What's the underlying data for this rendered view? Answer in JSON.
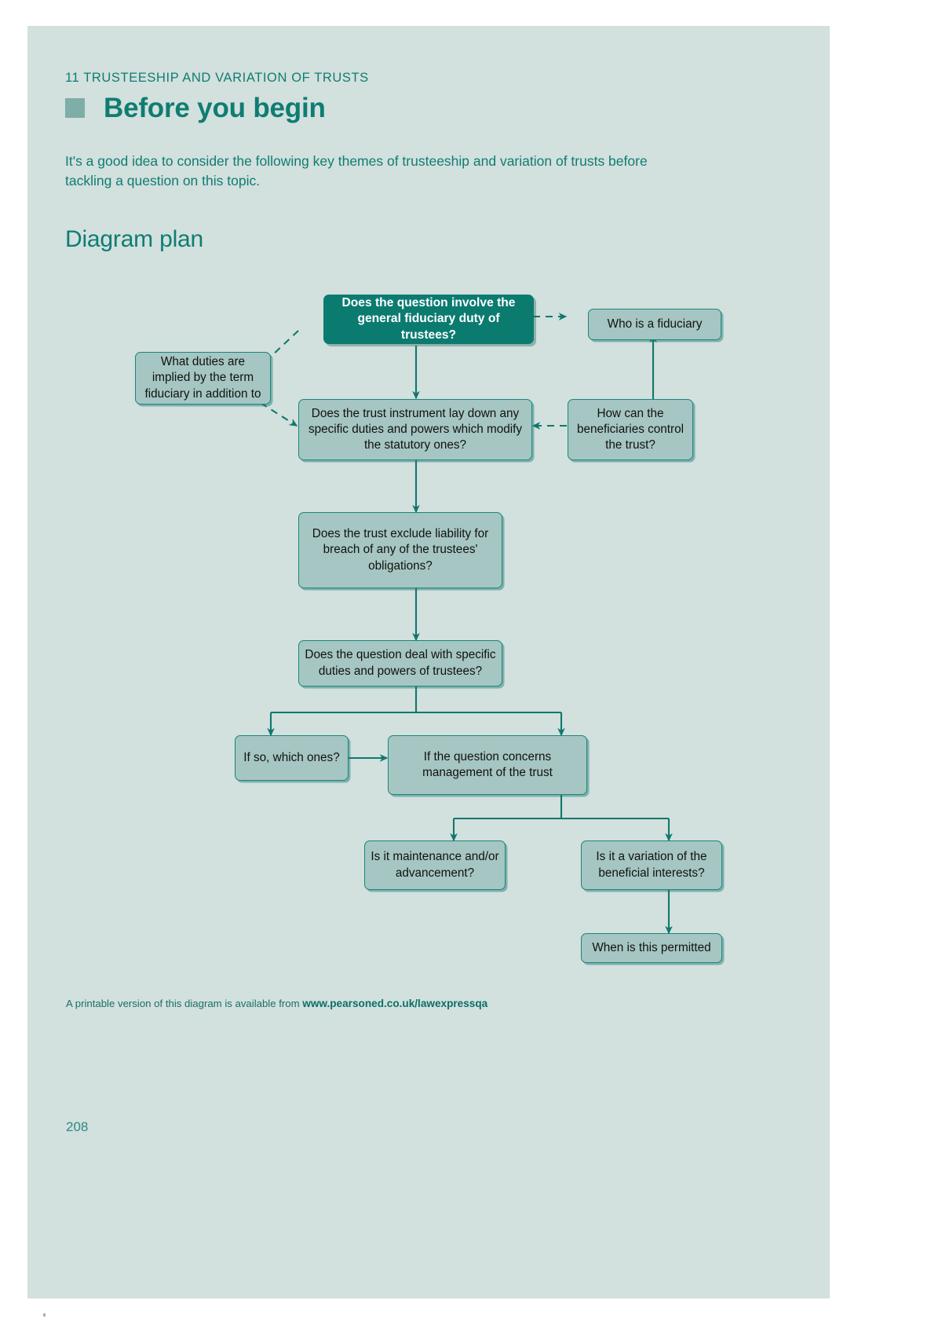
{
  "page": {
    "background_color": "#d2e0de",
    "accent_color": "#0f7d71",
    "node_fill": "#a5c6c2",
    "node_border": "#19877b",
    "primary_node_fill": "#0b7b70",
    "page_number": "208"
  },
  "header": {
    "chapter": "11  TRUSTEESHIP AND VARIATION OF TRUSTS",
    "title": "Before you begin",
    "intro": "It's a good idea to consider the following key themes of trusteeship and variation of trusts before tackling a question on this topic.",
    "section_heading": "Diagram plan"
  },
  "diagram": {
    "nodes": [
      {
        "id": "q-fiduciary-duty",
        "label": "Does the question involve the general fiduciary duty of trustees?",
        "style": "primary"
      },
      {
        "id": "who-is-fiduciary",
        "label": "Who is a fiduciary",
        "style": "normal"
      },
      {
        "id": "what-duties-implied",
        "label": "What duties are implied by the term fiduciary in addition to",
        "style": "normal"
      },
      {
        "id": "trust-instrument",
        "label": "Does the trust instrument lay down any specific duties and powers which modify the statutory ones?",
        "style": "normal"
      },
      {
        "id": "beneficiaries-control",
        "label": "How can the beneficiaries control the trust?",
        "style": "normal"
      },
      {
        "id": "exclude-liability",
        "label": "Does the trust exclude liability for breach of any of the trustees' obligations?",
        "style": "normal"
      },
      {
        "id": "specific-duties",
        "label": "Does the question deal with specific duties and powers of trustees?",
        "style": "normal"
      },
      {
        "id": "if-so-which-ones",
        "label": "If so, which ones?",
        "style": "normal"
      },
      {
        "id": "management-of-trust",
        "label": "If the question concerns management of the trust",
        "style": "normal"
      },
      {
        "id": "maintenance-advancement",
        "label": "Is it maintenance and/or advancement?",
        "style": "normal"
      },
      {
        "id": "variation-beneficial",
        "label": "Is it a variation of the beneficial interests?",
        "style": "normal"
      },
      {
        "id": "when-permitted",
        "label": "When is this permitted",
        "style": "normal"
      }
    ],
    "edges": [
      {
        "from": "q-fiduciary-duty",
        "to": "who-is-fiduciary",
        "line": "dashed"
      },
      {
        "from": "q-fiduciary-duty",
        "to": "what-duties-implied",
        "line": "dashed"
      },
      {
        "from": "what-duties-implied",
        "to": "trust-instrument",
        "line": "dashed"
      },
      {
        "from": "q-fiduciary-duty",
        "to": "trust-instrument",
        "line": "solid"
      },
      {
        "from": "beneficiaries-control",
        "to": "who-is-fiduciary",
        "line": "solid"
      },
      {
        "from": "beneficiaries-control",
        "to": "trust-instrument",
        "line": "dashed"
      },
      {
        "from": "trust-instrument",
        "to": "exclude-liability",
        "line": "solid"
      },
      {
        "from": "exclude-liability",
        "to": "specific-duties",
        "line": "solid"
      },
      {
        "from": "specific-duties",
        "to": "if-so-which-ones",
        "line": "solid"
      },
      {
        "from": "specific-duties",
        "to": "management-of-trust",
        "line": "solid"
      },
      {
        "from": "if-so-which-ones",
        "to": "management-of-trust",
        "line": "solid"
      },
      {
        "from": "management-of-trust",
        "to": "maintenance-advancement",
        "line": "solid"
      },
      {
        "from": "management-of-trust",
        "to": "variation-beneficial",
        "line": "solid"
      },
      {
        "from": "variation-beneficial",
        "to": "when-permitted",
        "line": "solid"
      }
    ]
  },
  "footer": {
    "note_prefix": "A printable version of this diagram is available from ",
    "note_url": "www.pearsoned.co.uk/lawexpressqa"
  }
}
